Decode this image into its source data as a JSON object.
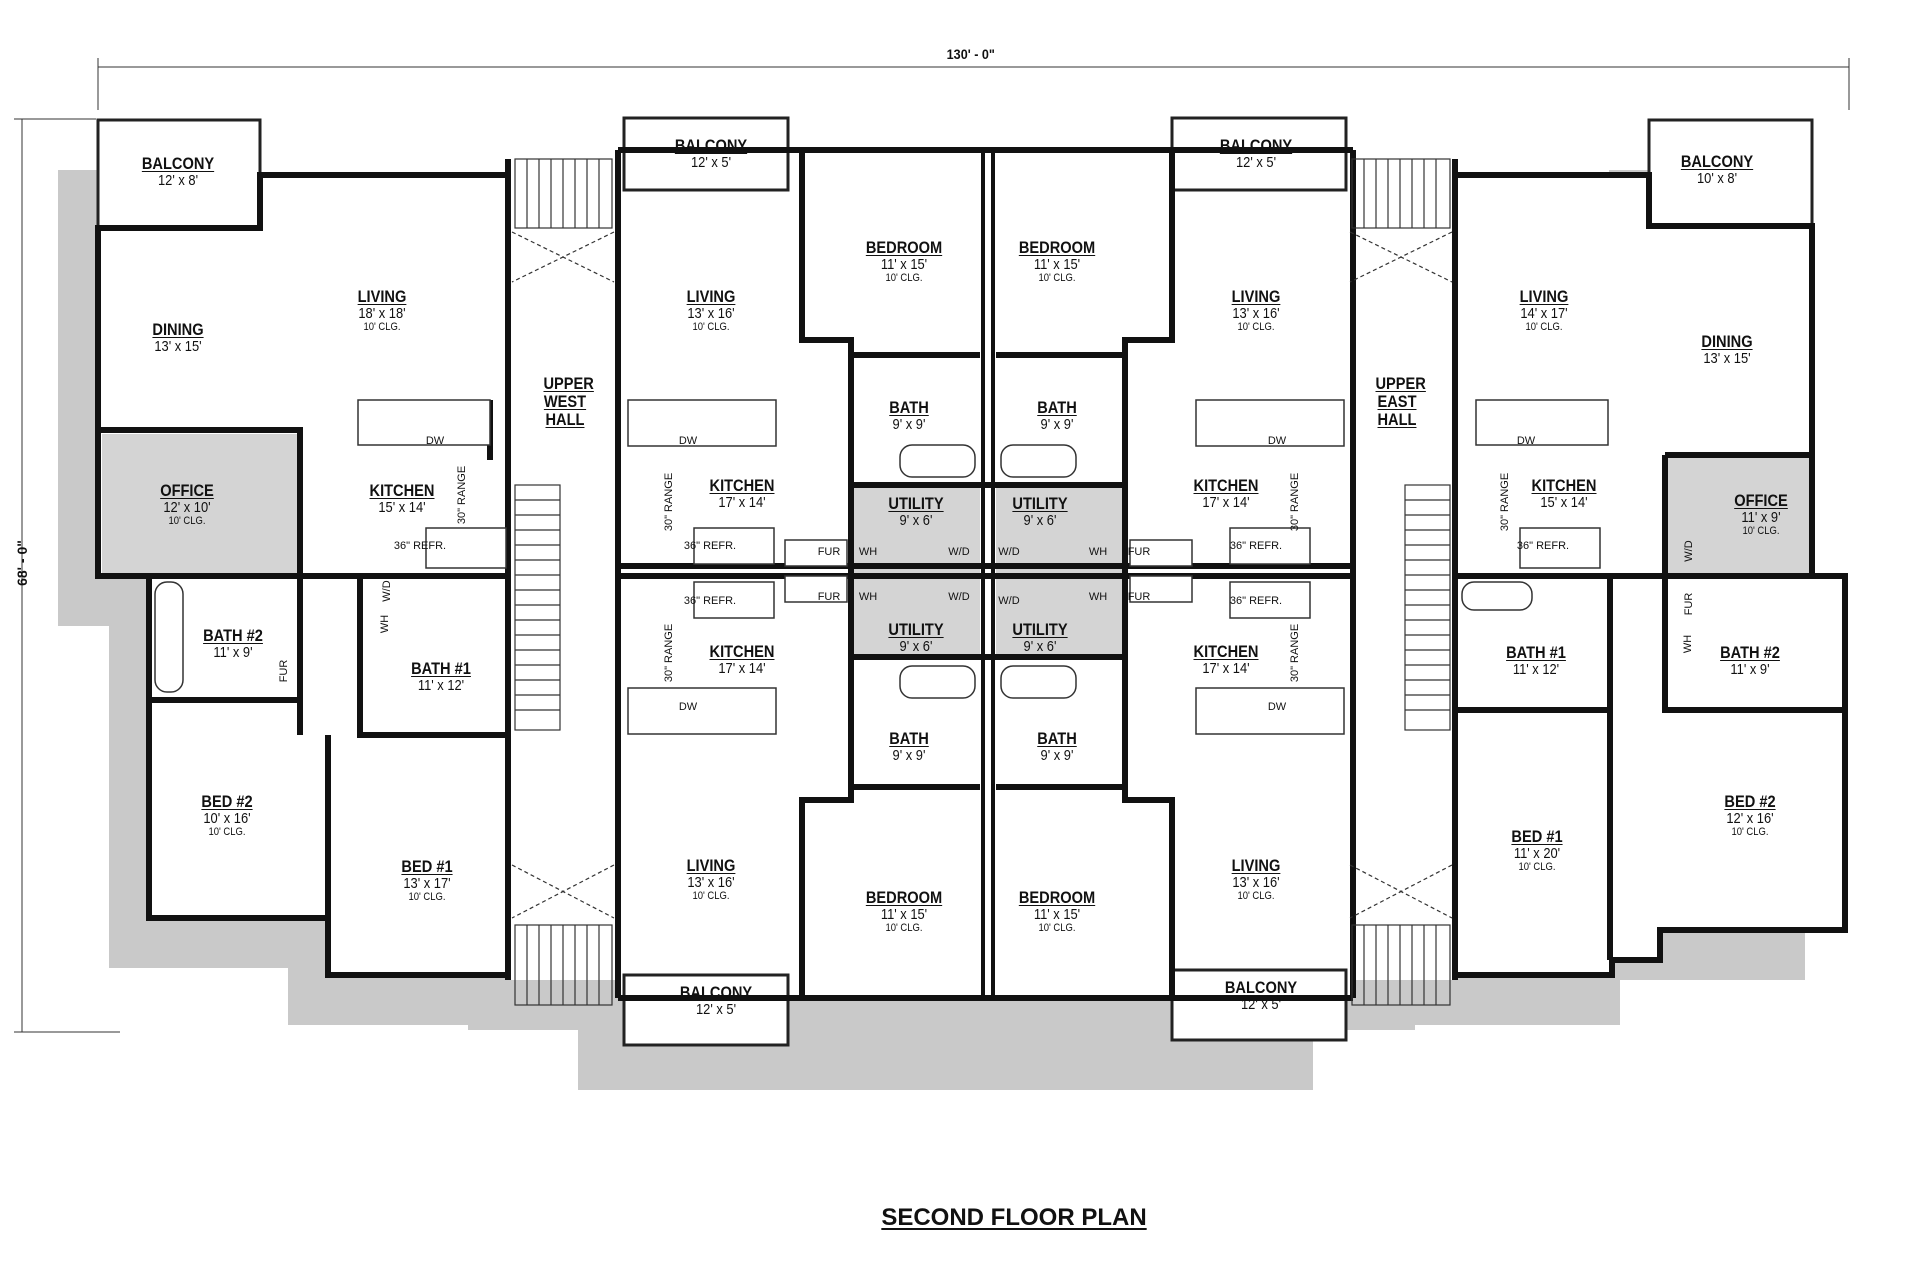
{
  "title": "SECOND FLOOR PLAN",
  "dimensions": {
    "width": "130' - 0\"",
    "depth": "68' - 0\""
  },
  "rooms": [
    {
      "name": "BALCONY",
      "size": "12' x 8'"
    },
    {
      "name": "LIVING",
      "size": "18' x 18'",
      "clg": "10' CLG."
    },
    {
      "name": "DINING",
      "size": "13' x 15'"
    },
    {
      "name": "OFFICE",
      "size": "12' x 10'",
      "clg": "10' CLG."
    },
    {
      "name": "KITCHEN",
      "size": "15' x 14'"
    },
    {
      "name": "BATH #2",
      "size": "11' x 9'"
    },
    {
      "name": "BATH #1",
      "size": "11' x 12'"
    },
    {
      "name": "BED #2",
      "size": "10' x 16'",
      "clg": "10' CLG."
    },
    {
      "name": "BED #1",
      "size": "13' x 17'",
      "clg": "10' CLG."
    },
    {
      "name": "UPPER WEST HALL"
    },
    {
      "name": "BALCONY",
      "size": "12' x 5'"
    },
    {
      "name": "LIVING",
      "size": "13' x 16'",
      "clg": "10' CLG."
    },
    {
      "name": "BEDROOM",
      "size": "11' x 15'",
      "clg": "10' CLG."
    },
    {
      "name": "BATH",
      "size": "9' x 9'"
    },
    {
      "name": "KITCHEN",
      "size": "17' x 14'"
    },
    {
      "name": "UTILITY",
      "size": "9' x 6'"
    },
    {
      "name": "BEDROOM",
      "size": "11' x 15'",
      "clg": "10' CLG."
    },
    {
      "name": "BATH",
      "size": "9' x 9'"
    },
    {
      "name": "UTILITY",
      "size": "9' x 6'"
    },
    {
      "name": "BALCONY",
      "size": "12' x 5'"
    },
    {
      "name": "LIVING",
      "size": "13' x 16'",
      "clg": "10' CLG."
    },
    {
      "name": "KITCHEN",
      "size": "17' x 14'"
    },
    {
      "name": "KITCHEN",
      "size": "17' x 14'"
    },
    {
      "name": "UTILITY",
      "size": "9' x 6'"
    },
    {
      "name": "BATH",
      "size": "9' x 9'"
    },
    {
      "name": "LIVING",
      "size": "13' x 16'",
      "clg": "10' CLG."
    },
    {
      "name": "BEDROOM",
      "size": "11' x 15'",
      "clg": "10' CLG."
    },
    {
      "name": "BALCONY",
      "size": "12' x 5'"
    },
    {
      "name": "UTILITY",
      "size": "9' x 6'"
    },
    {
      "name": "BATH",
      "size": "9' x 9'"
    },
    {
      "name": "KITCHEN",
      "size": "17' x 14'"
    },
    {
      "name": "BEDROOM",
      "size": "11' x 15'",
      "clg": "10' CLG."
    },
    {
      "name": "LIVING",
      "size": "13' x 16'",
      "clg": "10' CLG."
    },
    {
      "name": "BALCONY",
      "size": "12' x 5'"
    },
    {
      "name": "UPPER EAST HALL"
    },
    {
      "name": "LIVING",
      "size": "14' x 17'",
      "clg": "10' CLG."
    },
    {
      "name": "BALCONY",
      "size": "10' x 8'"
    },
    {
      "name": "DINING",
      "size": "13' x 15'"
    },
    {
      "name": "KITCHEN",
      "size": "15' x 14'"
    },
    {
      "name": "OFFICE",
      "size": "11' x 9'",
      "clg": "10' CLG."
    },
    {
      "name": "BATH #1",
      "size": "11' x 12'"
    },
    {
      "name": "BATH #2",
      "size": "11' x 9'"
    },
    {
      "name": "BED #1",
      "size": "11' x 20'",
      "clg": "10' CLG."
    },
    {
      "name": "BED #2",
      "size": "12' x 16'",
      "clg": "10' CLG."
    }
  ],
  "fixtures": [
    "DW",
    "36\" REFR.",
    "30\" RANGE",
    "W/D",
    "WH",
    "FUR",
    "DW",
    "36\" REFR.",
    "30\" RANGE",
    "FUR",
    "WH",
    "W/D",
    "W/D",
    "WH",
    "FUR",
    "36\" REFR.",
    "30\" RANGE",
    "DW",
    "36\" REFR.",
    "FUR",
    "WH",
    "W/D",
    "30\" RANGE",
    "DW",
    "W/D",
    "WH",
    "FUR",
    "36\" REFR.",
    "30\" RANGE",
    "DW",
    "DW",
    "30\" RANGE",
    "36\" REFR.",
    "W/D",
    "FUR",
    "WH"
  ]
}
